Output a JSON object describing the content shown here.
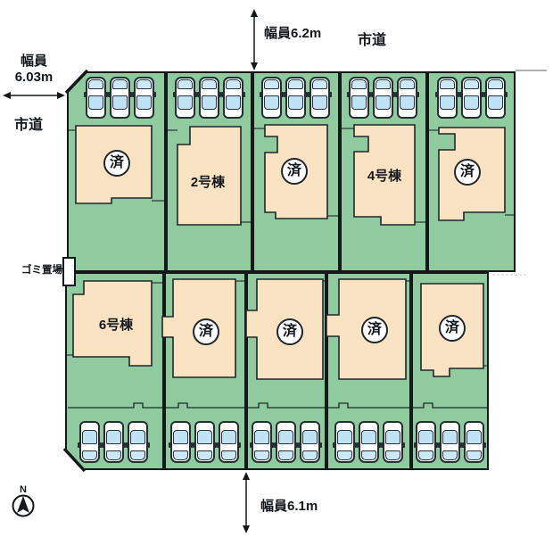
{
  "roads": {
    "left": {
      "width_label": "幅員",
      "width_value": "6.03m",
      "name": "市道"
    },
    "top": {
      "width_label": "幅員6.2m",
      "name": "市道"
    },
    "bottom": {
      "width_label": "幅員6.1m"
    }
  },
  "garbage": {
    "label": "ゴミ置場"
  },
  "compass": {
    "label": "N"
  },
  "lots": {
    "top_row": [
      {
        "id": "top-1",
        "label": "済",
        "type": "sold"
      },
      {
        "id": "top-2",
        "label": "2号棟",
        "type": "name"
      },
      {
        "id": "top-3",
        "label": "済",
        "type": "sold"
      },
      {
        "id": "top-4",
        "label": "4号棟",
        "type": "name"
      },
      {
        "id": "top-5",
        "label": "済",
        "type": "sold"
      }
    ],
    "bottom_row": [
      {
        "id": "bottom-1",
        "label": "6号棟",
        "type": "name"
      },
      {
        "id": "bottom-2",
        "label": "済",
        "type": "sold"
      },
      {
        "id": "bottom-3",
        "label": "済",
        "type": "sold"
      },
      {
        "id": "bottom-4",
        "label": "済",
        "type": "sold"
      },
      {
        "id": "bottom-5",
        "label": "済",
        "type": "sold"
      }
    ]
  },
  "colors": {
    "lot_green": "#90CBA0",
    "house_cream": "#FAE3C2",
    "outline": "#15181B",
    "car_window_blue": "#BFE3F4",
    "background": "#FFFFFF"
  }
}
